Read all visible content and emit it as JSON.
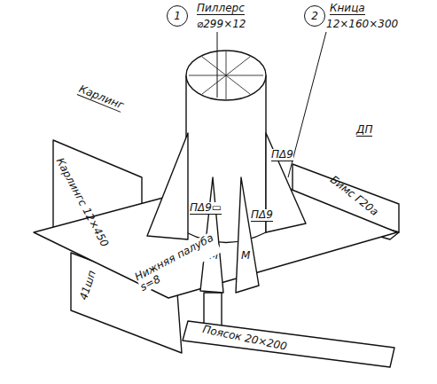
{
  "diagram": {
    "nodes": [
      {
        "text": [
          "1"
        ]
      },
      {
        "text": [
          "2"
        ]
      }
    ],
    "labels": [
      "Пиллерс",
      "⌀299×12",
      "Кница",
      "12×160×300",
      "Карлинг",
      "Карлингс 12×450",
      "ДП",
      "Бимс Г20а",
      "ПΔ9",
      "ПΔ9▭",
      "ПΔ9",
      "М",
      "М",
      "Нижняя палуба s=8",
      "41шп",
      "Поясок 20×200"
    ]
  }
}
